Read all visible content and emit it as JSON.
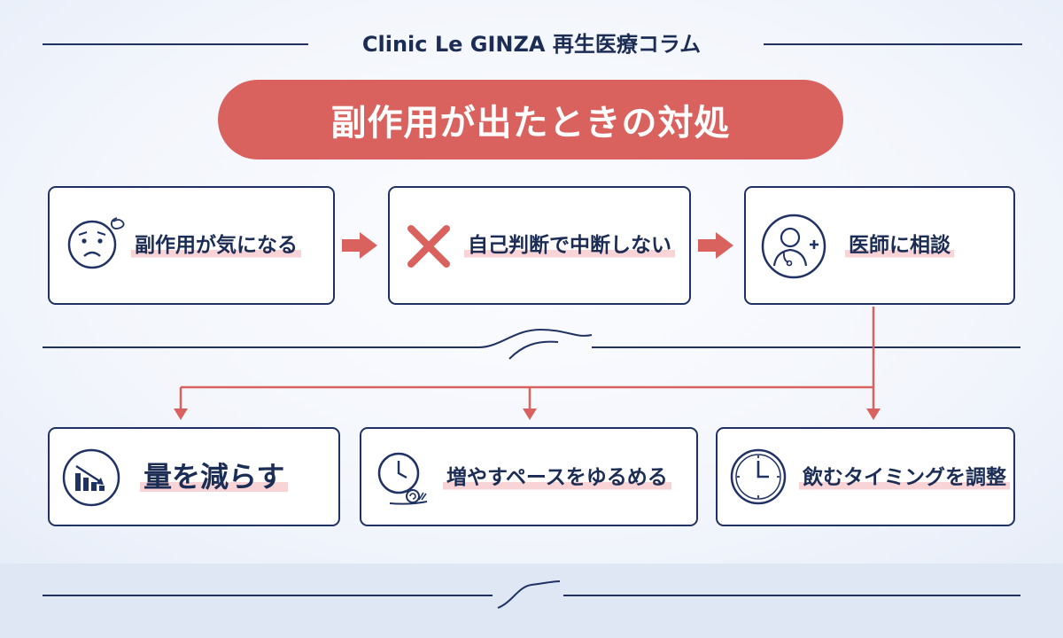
{
  "header": {
    "site_title": "Clinic Le GINZA 再生医療コラム",
    "banner_title": "副作用が出たときの対処"
  },
  "flow_steps": [
    {
      "label": "副作用が気になる",
      "icon": "worried-face-icon"
    },
    {
      "label": "自己判断で中断しない",
      "icon": "cross-mark-icon"
    },
    {
      "label": "医師に相談",
      "icon": "doctor-icon"
    }
  ],
  "options": [
    {
      "label": "量を減らす",
      "icon": "decreasing-bar-chart-icon"
    },
    {
      "label": "増やすペースをゆるめる",
      "icon": "clock-snail-icon"
    },
    {
      "label": "飲むタイミングを調整",
      "icon": "clock-icon"
    }
  ],
  "colors": {
    "navy": "#1f3263",
    "accent_red": "#d9625f",
    "highlight_pink": "#f8d4d6",
    "background": "#f3f6fc"
  }
}
